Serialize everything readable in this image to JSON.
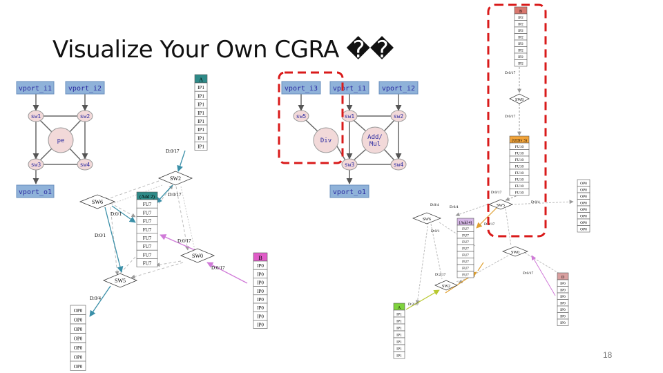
{
  "slide": {
    "title": "Visualize Your Own CGRA ��",
    "page_number": "18"
  },
  "colors": {
    "vport_fill": "#8fb2d9",
    "node_fill": "#f2d9d9",
    "header_teal": "#2e8a88",
    "header_magenta": "#e05cc8",
    "header_orange": "#f2a43a",
    "header_lavender": "#d7b8e8",
    "header_green": "#7fd33d",
    "header_rose": "#d9a0a0",
    "header_red": "#d9776e",
    "dashed_highlight": "#d91a1a"
  },
  "topology_left": {
    "vports": [
      "vport_i1",
      "vport_i2",
      "vport_o1"
    ],
    "switches": [
      "sw1",
      "sw2",
      "sw3",
      "sw4"
    ],
    "pe": "pe"
  },
  "topology_right": {
    "vports": [
      "vport_i3",
      "vport_i1",
      "vport_i2",
      "vport_o1"
    ],
    "switches": [
      "sw5",
      "sw1",
      "sw2",
      "sw3",
      "sw4"
    ],
    "fus": [
      "Div",
      "Add/\nMul"
    ]
  },
  "graph_left": {
    "input_a": {
      "header": "A",
      "rows": [
        "IP1",
        "IP1",
        "IP1",
        "IP1",
        "IP1",
        "IP1",
        "IP1",
        "IP1"
      ]
    },
    "fu": {
      "header": "(Add 2)",
      "rows": [
        "FU7",
        "FU7",
        "FU7",
        "FU7",
        "FU7",
        "FU7",
        "FU7",
        "FU7"
      ]
    },
    "input_b": {
      "header": "B",
      "rows": [
        "IP0",
        "IP0",
        "IP0",
        "IP0",
        "IP0",
        "IP0",
        "IP0",
        "IP0"
      ]
    },
    "output": {
      "rows": [
        "OP0",
        "OP0",
        "OP0",
        "OP0",
        "OP0",
        "OP0",
        "OP0"
      ]
    },
    "switches": [
      "SW2",
      "SW6",
      "SW0",
      "SW5"
    ],
    "edge_labels": [
      "D:0/17",
      "D:0/17",
      "D:0/1",
      "D:0/1",
      "D:0/17",
      "D:0/17",
      "D:0/4"
    ]
  },
  "graph_right": {
    "input_b": {
      "header": "B",
      "rows": [
        "IP2",
        "IP2",
        "IP2",
        "IP2",
        "IP2",
        "IP2",
        "IP2",
        "IP2"
      ]
    },
    "div": {
      "header": "(UDiv 3)",
      "rows": [
        "FU10",
        "FU10",
        "FU10",
        "FU10",
        "FU10",
        "FU10",
        "FU10",
        "FU10"
      ]
    },
    "fu": {
      "header": "(Add 4)",
      "rows": [
        "FU7",
        "FU7",
        "FU7",
        "FU7",
        "FU7",
        "FU7",
        "FU7",
        "FU7"
      ]
    },
    "input_a": {
      "header": "A",
      "rows": [
        "IP1",
        "IP1",
        "IP1",
        "IP1",
        "IP1",
        "IP1",
        "IP1"
      ]
    },
    "output": {
      "rows": [
        "OP0",
        "OP0",
        "OP0",
        "OP0",
        "OP0",
        "OP0",
        "OP0",
        "OP0"
      ]
    },
    "input_d": {
      "header": "D",
      "rows": [
        "IP0",
        "IP0",
        "IP0",
        "IP0",
        "IP0",
        "IP0",
        "IP0"
      ]
    },
    "switches": [
      "SW8",
      "SW5",
      "SW6",
      "SW0",
      "SW2"
    ],
    "edge_labels": [
      "D:0/17",
      "D:0/17",
      "D:0/17",
      "D:0/4",
      "D:0/4",
      "D:0/1",
      "D:0/17",
      "D:0/4",
      "D:0/17",
      "D:2/17",
      "D:2/17"
    ]
  }
}
